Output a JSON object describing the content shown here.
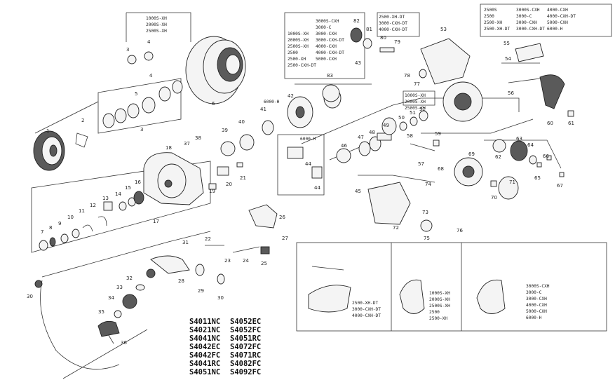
{
  "part_labels": {
    "p1": "1",
    "p2": "2",
    "p3": "3",
    "p3b": "3",
    "p4": "4",
    "p4b": "4",
    "p5": "5",
    "p6": "6",
    "p7": "7",
    "p8": "8",
    "p9": "9",
    "p10": "10",
    "p11": "11",
    "p12": "12",
    "p13": "13",
    "p14": "14",
    "p15": "15",
    "p16": "16",
    "p17": "17",
    "p18": "18",
    "p19": "19",
    "p20": "20",
    "p21": "21",
    "p22": "22",
    "p23": "23",
    "p24": "24",
    "p25": "25",
    "p26": "26",
    "p27": "27",
    "p28": "28",
    "p29": "29",
    "p30": "30",
    "p30b": "30",
    "p31": "31",
    "p32": "32",
    "p33": "33",
    "p34": "34",
    "p35": "35",
    "p36": "36",
    "p37": "37",
    "p38": "38",
    "p39": "39",
    "p40": "40",
    "p41": "41",
    "p42": "42",
    "p43": "43",
    "p44": "44",
    "p44b": "44",
    "p45": "45",
    "p46": "46",
    "p47": "47",
    "p48": "48",
    "p49": "49",
    "p50": "50",
    "p51": "51",
    "p52": "52",
    "p53": "53",
    "p54": "54",
    "p55": "55",
    "p56": "56",
    "p57": "57",
    "p58": "58",
    "p59": "59",
    "p60": "60",
    "p61": "61",
    "p62": "62",
    "p63": "63",
    "p64": "64",
    "p65": "65",
    "p66": "66",
    "p67": "67",
    "p68": "68",
    "p69": "69",
    "p70": "70",
    "p71": "71",
    "p72": "72",
    "p73": "73",
    "p74": "74",
    "p75": "75",
    "p76": "76",
    "p77": "77",
    "p78": "78",
    "p79": "79",
    "p80": "80",
    "p81": "81",
    "p82": "82",
    "p83": "83"
  },
  "spool_group_top": [
    "1000S-XH",
    "2000S-XH",
    "2500S-XH"
  ],
  "spool_group_mid": {
    "left": [
      "1000S-XH",
      "2000S-XH",
      "2500S-XH",
      "2500",
      "2500-XH",
      "2500-CXH-DT"
    ],
    "right": [
      "3000S-CXH",
      "3000-C",
      "3000-CXH",
      "3000-CXH-DT",
      "4000-CXH",
      "4000-CXH-DT",
      "5000-CXH"
    ]
  },
  "size_6000": "6000-H",
  "size_6000_b": "6000-H",
  "rotor_sizes": [
    "2500-XH-DT",
    "3000-CXH-DT",
    "4000-CXH-DT"
  ],
  "pinion_sizes": [
    "1000S-XH",
    "2000S-XH",
    "2500S-XH"
  ],
  "handle_table": {
    "col1": [
      "2500S",
      "2500",
      "2500-XH",
      "2500-XH-DT"
    ],
    "col2": [
      "3000S-CXH",
      "3000-C",
      "3000-CXH",
      "3000-CXH-DT"
    ],
    "col3": [
      "4000-CXH",
      "4000-CXH-DT",
      "5000-CXH",
      "6000-H"
    ]
  },
  "handle_variants": {
    "a": [
      "2500-XH-DT",
      "3000-CXH-DT",
      "4000-CXH-DT"
    ],
    "b": [
      "1000S-XH",
      "2000S-XH",
      "2500S-XH",
      "2500",
      "2500-XH"
    ],
    "c": [
      "3000S-CXH",
      "3000-C",
      "3000-CXH",
      "4000-CXH",
      "5000-CXH",
      "6000-H"
    ]
  },
  "models": {
    "col1": [
      "S4011NC",
      "S4021NC",
      "S4041NC",
      "S4042EC",
      "S4042FC",
      "S4041RC",
      "S4051NC"
    ],
    "col2": [
      "S4052EC",
      "S4052FC",
      "S4051RC",
      "S4072FC",
      "S4071RC",
      "S4082FC",
      "S4092FC"
    ]
  }
}
